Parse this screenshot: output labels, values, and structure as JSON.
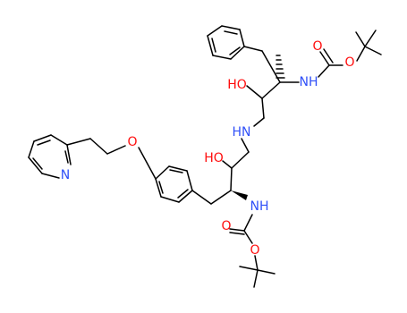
{
  "colors": {
    "background": "#ffffff",
    "bond": "#000000",
    "nitrogen": "#3050f8",
    "oxygen": "#ff0d0d",
    "carbon_text": "#000000"
  },
  "labels": {
    "o_boc_top_ether": "O",
    "o_boc_top_carbonyl": "O",
    "nh_top": "NH",
    "ho_top": "HO",
    "hn_center": "HN",
    "ho_mid": "HO",
    "o_aryl_ether": "O",
    "n_pyridine": "N",
    "nh_bottom": "NH",
    "o_boc_bottom_carbonyl": "O",
    "o_boc_bottom_ether": "O"
  }
}
